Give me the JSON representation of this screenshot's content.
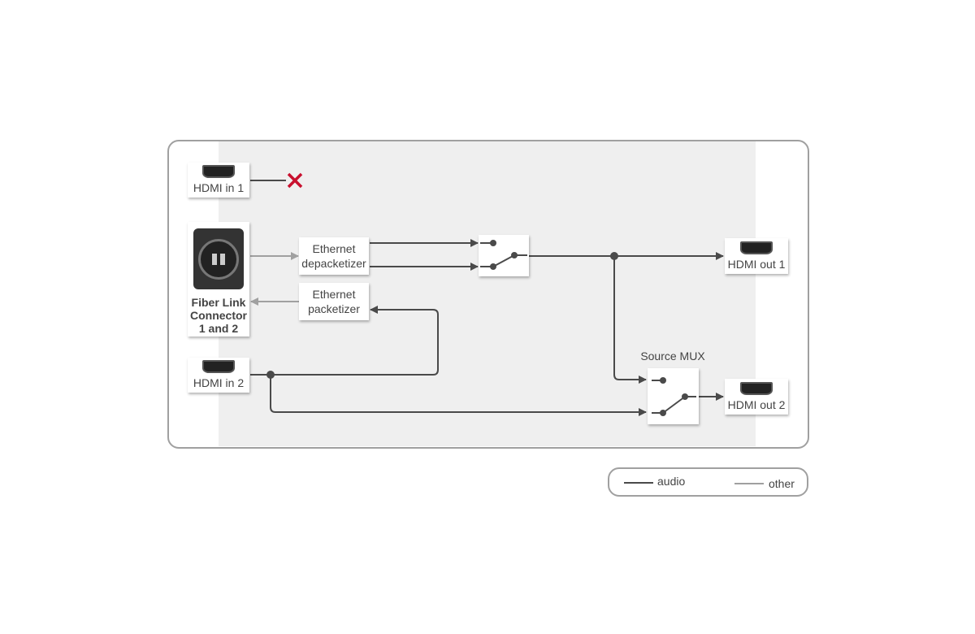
{
  "inputs": {
    "hdmi_in_1": "HDMI in 1",
    "hdmi_in_2": "HDMI in 2",
    "fiber": [
      "Fiber Link",
      "Connector",
      "1 and 2"
    ]
  },
  "blocks": {
    "depacketizer": [
      "Ethernet",
      "depacketizer"
    ],
    "packetizer": [
      "Ethernet",
      "packetizer"
    ],
    "source_mux": "Source MUX"
  },
  "outputs": {
    "hdmi_out_1": "HDMI out 1",
    "hdmi_out_2": "HDMI out 2"
  },
  "legend": {
    "audio": "audio",
    "other": "other"
  },
  "colors": {
    "audio": "#4a4a4a",
    "other": "#a0a0a0",
    "disconnected": "#c8102e"
  }
}
